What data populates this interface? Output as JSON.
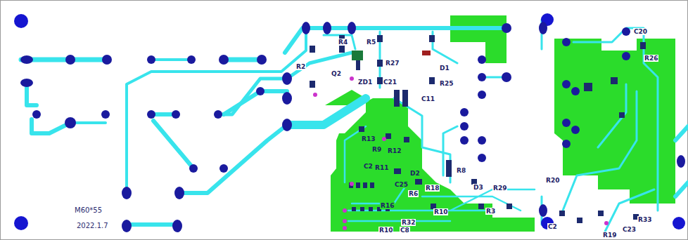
{
  "diagram": {
    "labels": [
      "R2",
      "R4",
      "R5",
      "Q2",
      "R27",
      "D1",
      "ZD1",
      "C21",
      "R25",
      "C11",
      "R13",
      "R9",
      "R12",
      "C2",
      "R11",
      "D2",
      "C25",
      "R18",
      "R6",
      "R8",
      "D3",
      "R29",
      "R10",
      "R3",
      "R32",
      "R10",
      "C8",
      "R16",
      "M60*55",
      "2022.1.7",
      "C20",
      "R26",
      "R20",
      "C2",
      "R33",
      "C23",
      "R19"
    ]
  }
}
